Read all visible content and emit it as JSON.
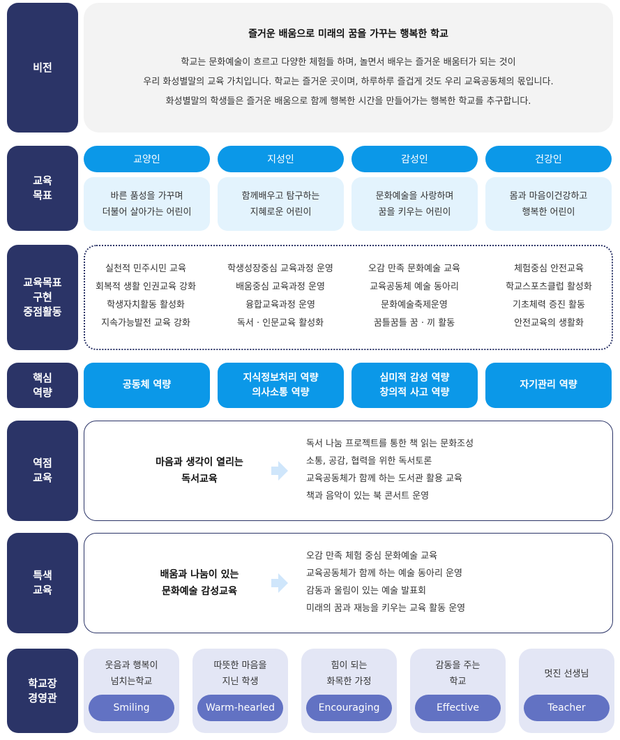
{
  "vision": {
    "label": "비전",
    "title": "즐거운 배움으로 미래의 꿈을 가꾸는 행복한 학교",
    "lines": [
      "학교는 문화예술이 흐르고 다양한 체험들 하며, 놀면서 배우는 즐거운 배움터가 되는 것이",
      "우리 화성별말의 교육 가치입니다. 학교는 즐거운 곳이며, 하루하루 즐겁게 것도 우리 교육공동체의 몫입니다.",
      "화성별말의 학생들은 즐거운 배움으로 함께 행복한 시간을 만들어가는 행복한 학교를 추구합니다."
    ]
  },
  "goals": {
    "label": "교육\n목표",
    "items": [
      {
        "title": "교양인",
        "desc": "바른 품성을 가꾸며\n더불어 살아가는 어린이"
      },
      {
        "title": "지성인",
        "desc": "함께배우고 탐구하는\n지혜로운 어린이"
      },
      {
        "title": "감성인",
        "desc": "문화예술을 사랑하며\n꿈을 키우는 어린이"
      },
      {
        "title": "건강인",
        "desc": "몸과 마음이건강하고\n행복한 어린이"
      }
    ]
  },
  "activities": {
    "label": "교육목표\n구현\n중점활동",
    "columns": [
      [
        "실천적 민주시민 교육",
        "회복적 생활 인권교육 강화",
        "학생자치활동 활성화",
        "지속가능발전 교육 강화"
      ],
      [
        "학생성장중심 교육과정 운영",
        "배움중심 교육과정 운영",
        "융합교육과정 운영",
        "독서 · 인문교육 활성화"
      ],
      [
        "오감 만족 문화예술 교육",
        "교육공동체 예술 동아리",
        "문화예술축제운영",
        "꿈틀꿈틀 꿈 · 끼 활동"
      ],
      [
        "체험중심 안전교육",
        "학교스포츠클럽 활성화",
        "기초체력 증진 활동",
        "안전교육의 생활화"
      ]
    ]
  },
  "competency": {
    "label": "핵심\n역량",
    "items": [
      "공동체 역량",
      "지식정보처리 역량\n의사소통 역량",
      "심미적 감성 역량\n창의적 사고 역량",
      "자기관리 역량"
    ]
  },
  "focus": {
    "label": "역점\n교육",
    "title": "마음과 생각이 열리는\n독서교육",
    "items": [
      "독서 나눔 프로젝트를 통한 책 읽는 문화조성",
      "소통, 공감, 협력을 위한 독서토론",
      "교육공동체가 함께 하는 도서관 활용 교육",
      "책과 음악이 있는 북 콘서트 운영"
    ]
  },
  "special": {
    "label": "특색\n교육",
    "title": "배움과 나눔이 있는\n문화예술 감성교육",
    "items": [
      "오감 만족 체험 중심 문화예술 교육",
      "교육공동체가 함께 하는 예술 동아리 운영",
      "감동과 울림이 있는 예술 발표회",
      "미래의 꿈과 재능을 키우는 교육 활동 운영"
    ]
  },
  "principal": {
    "label": "학교장\n경영관",
    "items": [
      {
        "text": "웃음과 행복이\n넘치는학교",
        "keyword": "Smiling"
      },
      {
        "text": "따뜻한 마음을\n지닌 학생",
        "keyword": "Warm-hearled"
      },
      {
        "text": "힘이 되는\n화목한 가정",
        "keyword": "Encouraging"
      },
      {
        "text": "감동을 주는\n학교",
        "keyword": "Effective"
      },
      {
        "text": "멋진 선생님",
        "keyword": "Teacher"
      }
    ]
  },
  "colors": {
    "label_bg": "#2b3467",
    "accent_blue": "#0b98e8",
    "light_blue": "#e3f3fd",
    "vision_bg": "#f3f3f3",
    "principal_card": "#e3e6f5",
    "principal_pill": "#6272c3",
    "arrow": "#cfe6fb"
  }
}
